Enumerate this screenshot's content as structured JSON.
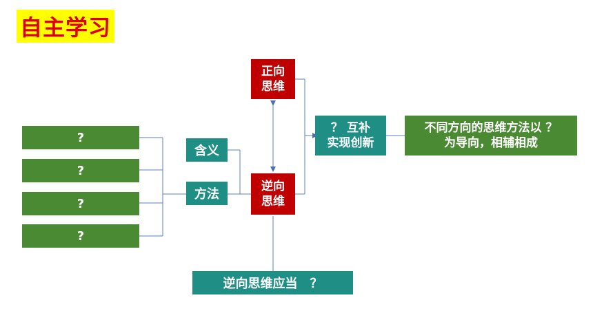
{
  "header": {
    "title": "自主学习"
  },
  "left_items": [
    {
      "label": "?"
    },
    {
      "label": "?"
    },
    {
      "label": "?"
    },
    {
      "label": "?"
    }
  ],
  "middle": {
    "meaning_label": "含义",
    "method_label": "方法"
  },
  "thinking": {
    "forward_label": "正向\n思维",
    "reverse_label": "逆向\n思维"
  },
  "complement": {
    "label": "？ 互补\n实现创新"
  },
  "conclusion": {
    "label": "不同方向的思维方法以 ？\n为导向，相辅相成"
  },
  "bottom": {
    "label": "逆向思维应当　？"
  },
  "colors": {
    "title_bg": "#ffff00",
    "title_text": "#e00000",
    "green": "#4a8a32",
    "teal": "#1f8f86",
    "red": "#c00000",
    "connector": "#4a6fb5"
  }
}
